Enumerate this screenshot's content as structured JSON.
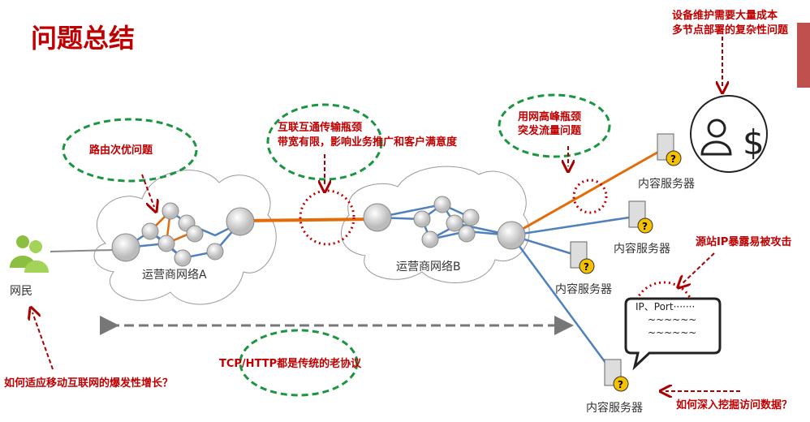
{
  "title": "问题总结",
  "user_label": "网民",
  "networks": {
    "a": "运营商网络A",
    "b": "运营商网络B"
  },
  "servers": [
    "内容服务器",
    "内容服务器",
    "内容服务器",
    "内容服务器"
  ],
  "callouts": {
    "routing": "路由次优问题",
    "interconnect_1": "互联互通传输瓶颈",
    "interconnect_2": "带宽有限，影响业务推广和客户满意度",
    "peak_1": "用网高峰瓶颈",
    "peak_2": "突发流量问题",
    "cost_1": "设备维护需要大量成本",
    "cost_2": "多节点部署的复杂性问题",
    "ip": "源站IP暴露易被攻击",
    "data": "如何深入挖掘访问数据？",
    "protocol": "TCP/HTTP都是传统的老协议",
    "mobile": "如何适应移动互联网的爆发性增长？"
  },
  "bubble": {
    "line1": "IP、Port·······",
    "line2": "~~~~~~",
    "line3": "~~~~~~"
  },
  "colors": {
    "red": "#c00000",
    "green": "#1a9641",
    "orange": "#e36c09",
    "blue": "#4f81bd"
  }
}
